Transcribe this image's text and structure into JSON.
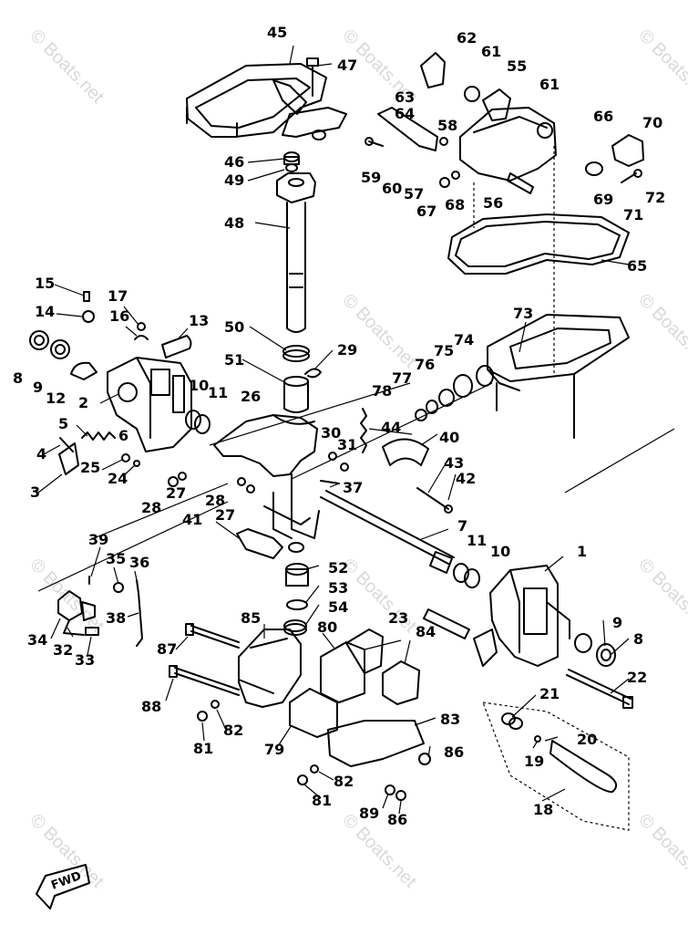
{
  "watermark": "© Boats.net",
  "fwd_label": "FWD",
  "callouts": [
    "1",
    "2",
    "3",
    "4",
    "5",
    "6",
    "7",
    "8",
    "9",
    "10",
    "11",
    "12",
    "13",
    "14",
    "15",
    "16",
    "17",
    "18",
    "19",
    "20",
    "21",
    "22",
    "23",
    "24",
    "25",
    "26",
    "27",
    "28",
    "29",
    "30",
    "31",
    "32",
    "33",
    "34",
    "35",
    "36",
    "37",
    "38",
    "39",
    "40",
    "41",
    "42",
    "43",
    "44",
    "45",
    "46",
    "47",
    "48",
    "49",
    "50",
    "51",
    "52",
    "53",
    "54",
    "55",
    "56",
    "57",
    "58",
    "59",
    "60",
    "61",
    "62",
    "63",
    "64",
    "65",
    "66",
    "67",
    "68",
    "69",
    "70",
    "71",
    "72",
    "73",
    "74",
    "75",
    "76",
    "77",
    "78",
    "79",
    "80",
    "81",
    "82",
    "83",
    "84",
    "85",
    "86",
    "87",
    "88",
    "89"
  ]
}
